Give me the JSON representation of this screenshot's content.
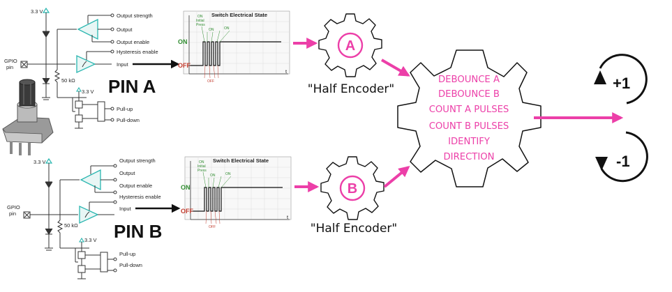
{
  "colors": {
    "accent": "#ec3fa8",
    "on": "#2e8b2e",
    "off": "#c0392b",
    "buffer": "#2ab6b0",
    "line": "#111111"
  },
  "circuit_a": {
    "supply": "3.3 V",
    "gpio": "GPIO",
    "pin": "pin",
    "output_strength": "Output strength",
    "output": "Output",
    "output_enable": "Output enable",
    "hysteresis_enable": "Hysteresis enable",
    "input": "Input",
    "resistor": "50 kΩ",
    "supply2": "3.3 V",
    "pull_up": "Pull-up",
    "pull_down": "Pull-down"
  },
  "circuit_b": {
    "supply": "3.3 V",
    "gpio": "GPIO",
    "pin": "pin",
    "output_strength": "Output strength",
    "output": "Output",
    "output_enable": "Output enable",
    "hysteresis_enable": "Hysteresis enable",
    "input": "Input",
    "resistor": "50 kΩ",
    "supply2": "3.3 V",
    "pull_up": "Pull-up",
    "pull_down": "Pull-down"
  },
  "pin_a_label": "PIN A",
  "pin_b_label": "PIN B",
  "graph_a": {
    "title": "Switch Electrical State",
    "on": "ON",
    "off": "OFF",
    "t": "t",
    "note_on": "ON",
    "note_initial": "Initial",
    "note_press": "Press",
    "note_on2": "ON",
    "note_on3": "ON",
    "note_off": "OFF"
  },
  "graph_b": {
    "title": "Switch Electrical State",
    "on": "ON",
    "off": "OFF",
    "t": "t",
    "note_on": "ON",
    "note_initial": "Initial",
    "note_press": "Press",
    "note_on2": "ON",
    "note_on3": "ON",
    "note_off": "OFF"
  },
  "gear_a": {
    "letter": "A",
    "caption": "\"Half Encoder\""
  },
  "gear_b": {
    "letter": "B",
    "caption": "\"Half Encoder\""
  },
  "processor": {
    "lines": [
      "DEBOUNCE A",
      "DEBOUNCE B",
      "COUNT A PULSES",
      "COUNT B PULSES",
      "IDENTIFY",
      "DIRECTION"
    ]
  },
  "counter": {
    "plus": "+1",
    "minus": "-1"
  }
}
